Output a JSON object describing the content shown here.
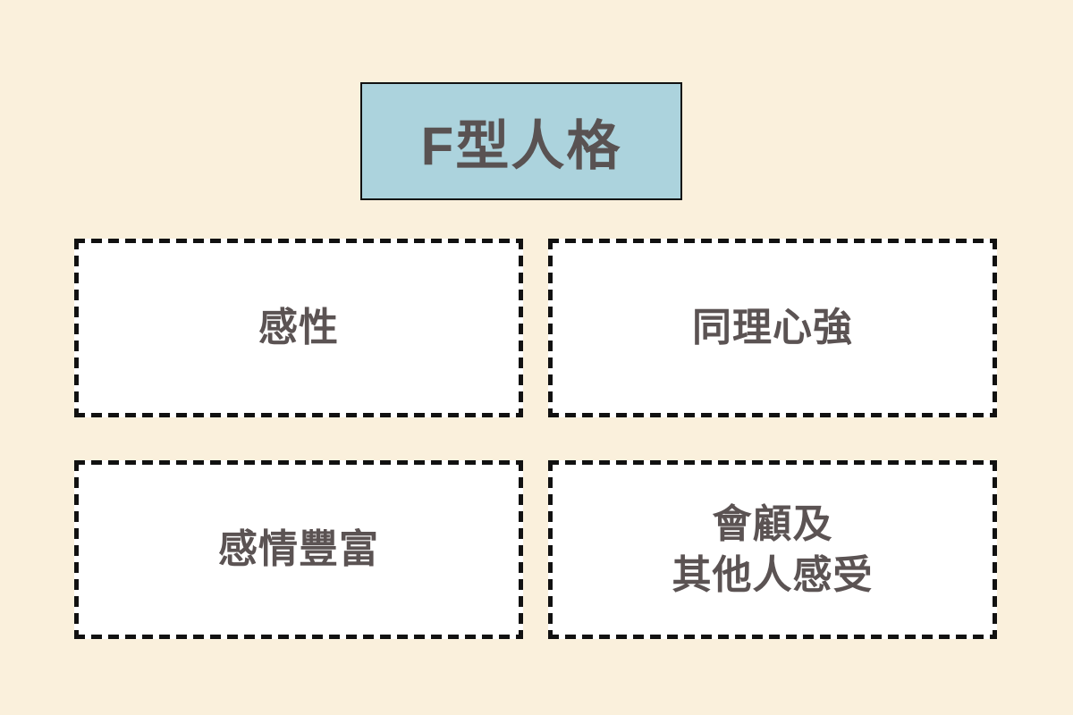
{
  "page": {
    "background_color": "#FAF0DC",
    "border_color": "#111111",
    "text_color": "#5B5353"
  },
  "title": {
    "text": "F型人格",
    "fill_color": "#ACD3DD",
    "text_color": "#595252"
  },
  "cards": [
    {
      "label": "感性"
    },
    {
      "label": "同理心強"
    },
    {
      "label": "感情豐富"
    },
    {
      "label": "會顧及\n其他人感受"
    }
  ]
}
